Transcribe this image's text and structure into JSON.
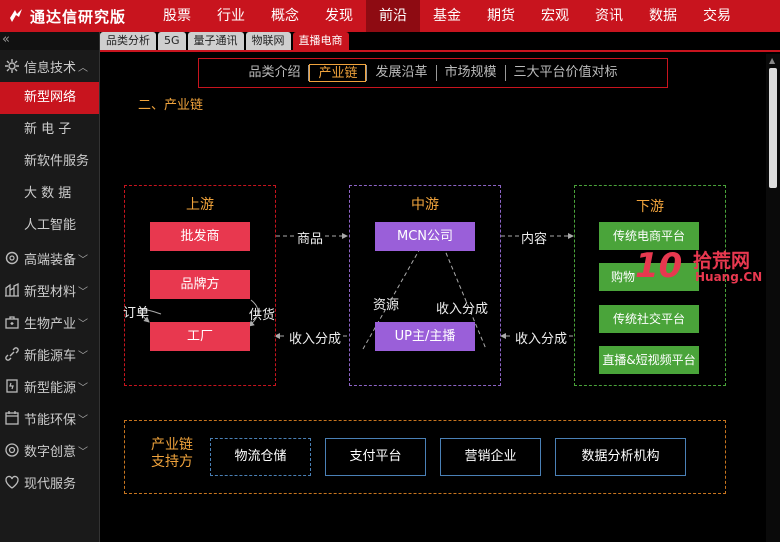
{
  "app": {
    "title": "通达信研究版"
  },
  "nav": [
    "股票",
    "行业",
    "概念",
    "发现",
    "前沿",
    "基金",
    "期货",
    "宏观",
    "资讯",
    "数据",
    "交易"
  ],
  "nav_active": 4,
  "subtabs": [
    "品类分析",
    "5G",
    "量子通讯",
    "物联网",
    "直播电商"
  ],
  "subtab_active": 4,
  "sidebar": {
    "collapse": "«",
    "group_main": "信息技术",
    "sub_items": [
      "新型网络",
      "新 电 子",
      "新软件服务",
      "大 数 据",
      "人工智能"
    ],
    "sub_active": 0,
    "groups": [
      "高端装备",
      "新型材料",
      "生物产业",
      "新能源车",
      "新型能源",
      "节能环保",
      "数字创意",
      "现代服务"
    ]
  },
  "content_tabs": [
    "品类介绍",
    "产业链",
    "发展沿革",
    "市场规模",
    "三大平台价值对标"
  ],
  "content_tab_active": 1,
  "section_title": "二、产业链",
  "upstream": {
    "title": "上游",
    "items": [
      "批发商",
      "品牌方",
      "工厂"
    ],
    "order": "订单",
    "supply": "供货"
  },
  "midstream": {
    "title": "中游",
    "items": [
      "MCN公司",
      "UP主/主播"
    ],
    "resource": "资源",
    "revenue": "收入分成"
  },
  "downstream": {
    "title": "下游",
    "items": [
      "传统电商平台",
      "购物",
      "传统社交平台",
      "直播&短视频平台"
    ]
  },
  "flows": {
    "goods": "商品",
    "content": "内容",
    "revenue_left": "收入分成",
    "revenue_right": "收入分成"
  },
  "support": {
    "title_line1": "产业链",
    "title_line2": "支持方",
    "items": [
      "物流仓储",
      "支付平台",
      "营销企业",
      "数据分析机构"
    ]
  },
  "watermark": {
    "num": "10",
    "cn": "拾荒网",
    "en": "Huang.CN"
  },
  "colors": {
    "brand_red": "#c8141e",
    "orange": "#f0a33c",
    "upstream_red": "#e8384f",
    "mid_purple": "#9a5fd9",
    "down_green": "#4aa43a"
  }
}
